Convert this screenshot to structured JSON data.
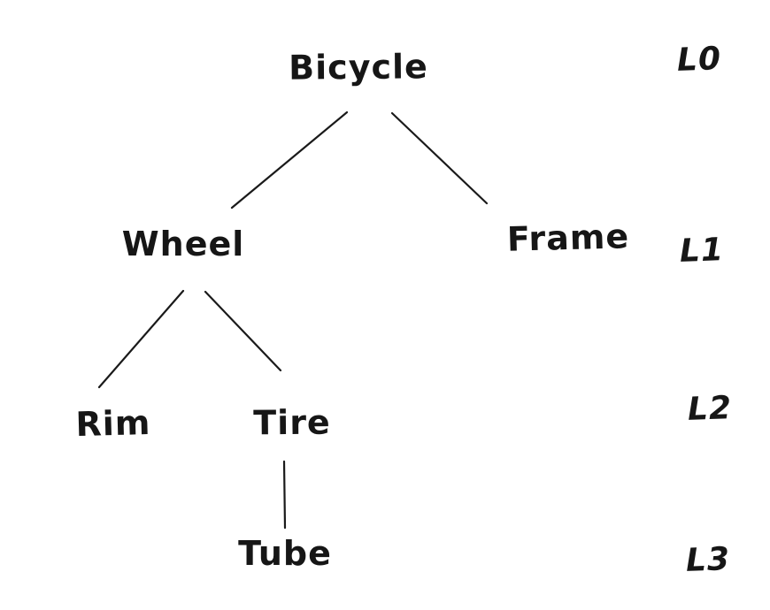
{
  "diagram": {
    "type": "tree",
    "background": "#ffffff",
    "ink_color": "#1a1a1a",
    "nodes": [
      {
        "id": "bicycle",
        "label": "Bicycle",
        "level": 0,
        "parent": null
      },
      {
        "id": "wheel",
        "label": "Wheel",
        "level": 1,
        "parent": "bicycle"
      },
      {
        "id": "frame",
        "label": "Frame",
        "level": 1,
        "parent": "bicycle"
      },
      {
        "id": "rim",
        "label": "Rim",
        "level": 2,
        "parent": "wheel"
      },
      {
        "id": "tire",
        "label": "Tire",
        "level": 2,
        "parent": "wheel"
      },
      {
        "id": "tube",
        "label": "Tube",
        "level": 3,
        "parent": "tire"
      }
    ],
    "edges": [
      {
        "from": "Bicycle",
        "to": "Wheel"
      },
      {
        "from": "Bicycle",
        "to": "Frame"
      },
      {
        "from": "Wheel",
        "to": "Rim"
      },
      {
        "from": "Wheel",
        "to": "Tire"
      },
      {
        "from": "Tire",
        "to": "Tube"
      }
    ],
    "level_labels": [
      {
        "label": "L0"
      },
      {
        "label": "L1"
      },
      {
        "label": "L2"
      },
      {
        "label": "L3"
      }
    ]
  }
}
